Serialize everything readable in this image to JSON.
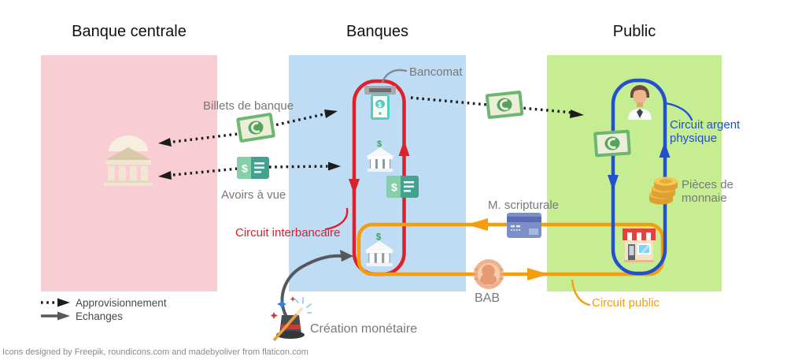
{
  "header": {
    "columns": [
      {
        "label": "Banque centrale"
      },
      {
        "label": "Banques"
      },
      {
        "label": "Public"
      }
    ]
  },
  "labels": {
    "billets_de_banque": "Billets de banque",
    "avoirs_a_vue": "Avoirs à vue",
    "bancomat": "Bancomat",
    "circuit_interbancaire": "Circuit interbancaire",
    "circuit_argent_physique": "Circuit argent physique",
    "pieces_de_monnaie": "Pièces de monnaie",
    "m_scripturale": "M. scripturale",
    "bab": "BAB",
    "circuit_public": "Circuit public",
    "creation_monetaire": "Création monétaire"
  },
  "legend": {
    "items": [
      {
        "label": "Approvisionnement",
        "style": "dotted-arrow"
      },
      {
        "label": "Echanges",
        "style": "solid-arrow"
      }
    ]
  },
  "footer": {
    "credit": "Icons designed by Freepik, roundicons.com and madebyoliver from flaticon.com"
  },
  "icons": {
    "central_bank": "classical-bank-building-icon",
    "banknote": "green-banknote-icon",
    "check": "deposit-check-icon",
    "atm": "bancomat-atm-icon",
    "bank": "small-bank-icon",
    "person": "man-with-tie-icon",
    "coins": "gold-coin-stack-icon",
    "shop": "storefront-icon",
    "credit_card": "credit-card-icon",
    "bab_coin": "coin-face-icon",
    "magic_hat": "magic-hat-wand-icon"
  },
  "colors": {
    "region-pink": "#f8cdd3",
    "region-blue": "#bedcf4",
    "region-green": "#c6ed92",
    "circuit-red": "#dd2029",
    "circuit-blue": "#2150d0",
    "circuit-orange": "#f59d0c",
    "label-gray": "#77787b"
  }
}
